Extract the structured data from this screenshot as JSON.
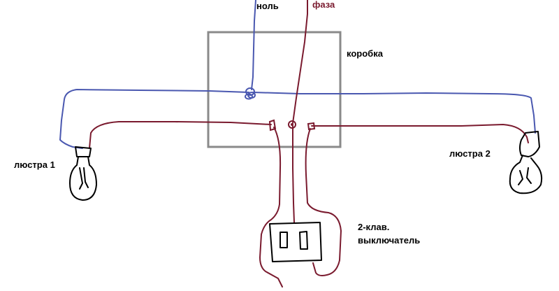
{
  "labels": {
    "neutral": "ноль",
    "phase": "фаза",
    "box": "коробка",
    "lamp1": "люстра 1",
    "lamp2": "люстра 2",
    "switch_line1": "2-клав.",
    "switch_line2": "выключатель"
  },
  "colors": {
    "neutral_wire": "#4a58b0",
    "phase_wire": "#7a1a2e",
    "box_outline": "#8a8a8a",
    "ink": "#000000",
    "label_text": "#000000",
    "phase_label_text": "#7a1a2e",
    "background": "#ffffff"
  },
  "icons": {
    "lamp1": "light-bulb-icon",
    "lamp2": "light-bulb-icon",
    "switch": "double-switch-icon"
  }
}
